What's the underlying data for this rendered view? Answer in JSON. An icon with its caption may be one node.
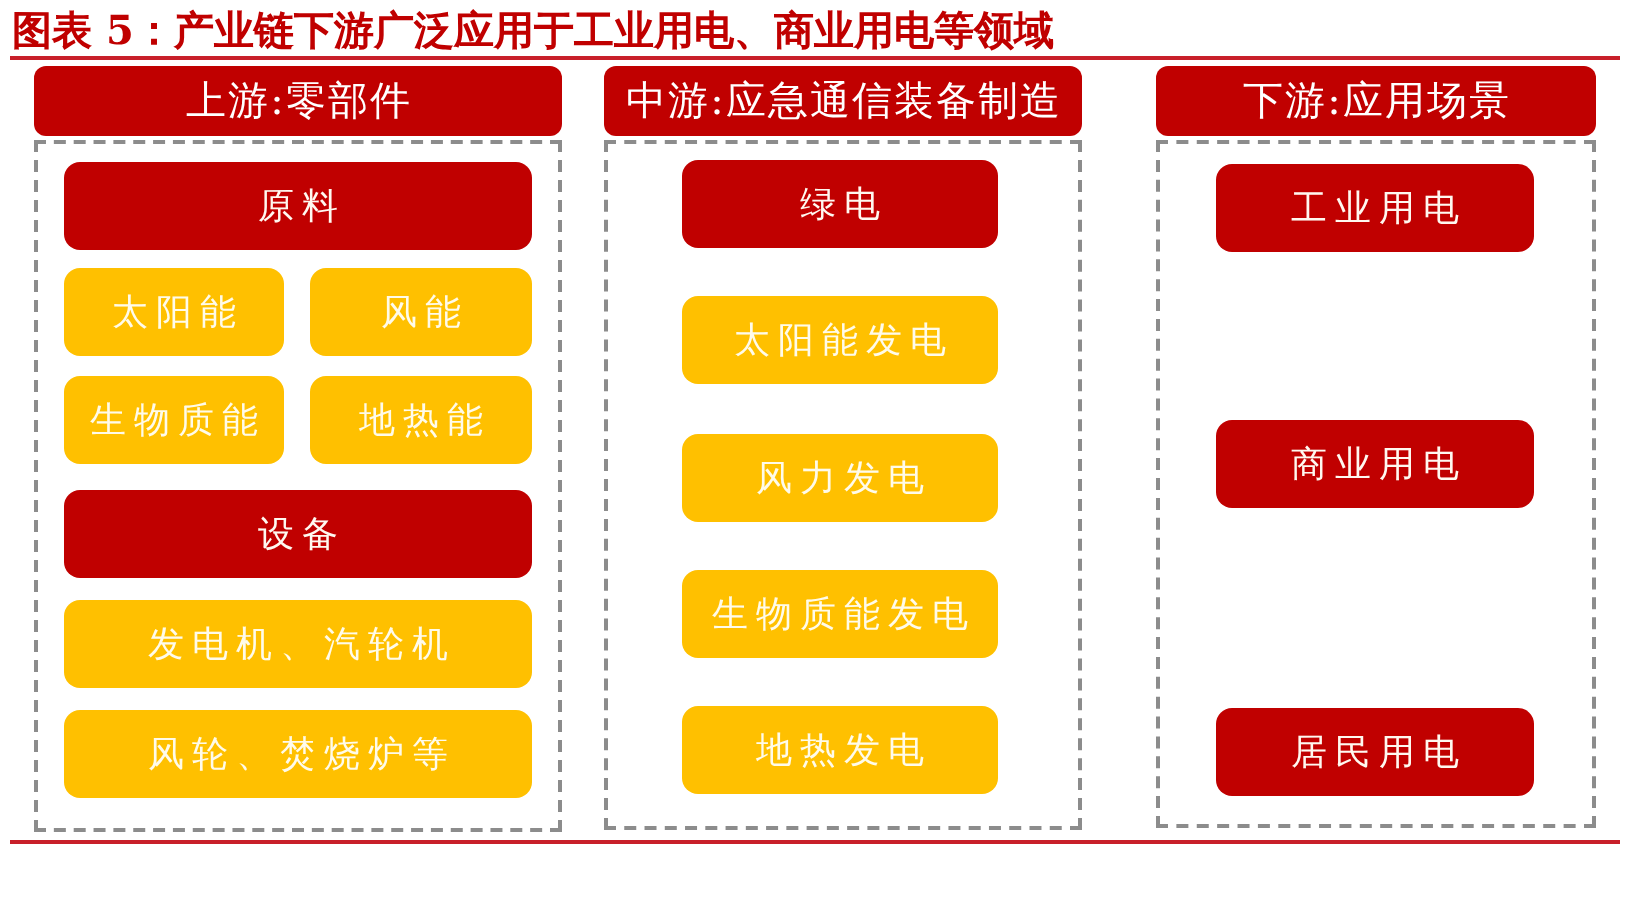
{
  "diagram": {
    "title": "图表 5：产业链下游广泛应用于工业用电、商业用电等领域",
    "nodes": [
      {
        "text": [
          "上游:零部件"
        ]
      },
      {
        "text": [],
        "shape": "box"
      },
      {
        "text": [
          "原料"
        ],
        "in": 1
      },
      {
        "text": [
          "太阳能"
        ],
        "in": 1
      },
      {
        "text": [
          "风能"
        ],
        "in": 1
      },
      {
        "text": [
          "生物质能"
        ],
        "in": 1
      },
      {
        "text": [
          "地热能"
        ],
        "in": 1
      },
      {
        "text": [
          "设备"
        ],
        "in": 1
      },
      {
        "text": [
          "发电机、汽轮机"
        ],
        "in": 1
      },
      {
        "text": [
          "风轮、焚烧炉等"
        ],
        "in": 1
      },
      {
        "text": [
          "中游:应急通信装备制造"
        ]
      },
      {
        "text": [],
        "shape": "box"
      },
      {
        "text": [
          "绿电"
        ],
        "in": 11
      },
      {
        "text": [
          "太阳能发电"
        ],
        "in": 11
      },
      {
        "text": [
          "风力发电"
        ],
        "in": 11
      },
      {
        "text": [
          "生物质能发电"
        ],
        "in": 11
      },
      {
        "text": [
          "地热发电"
        ],
        "in": 11
      },
      {
        "text": [
          "下游:应用场景"
        ]
      },
      {
        "text": [],
        "shape": "box"
      },
      {
        "text": [
          "工业用电"
        ],
        "in": 18
      },
      {
        "text": [
          "商业用电"
        ],
        "in": 18
      },
      {
        "text": [
          "居民用电"
        ],
        "in": 18
      }
    ]
  }
}
